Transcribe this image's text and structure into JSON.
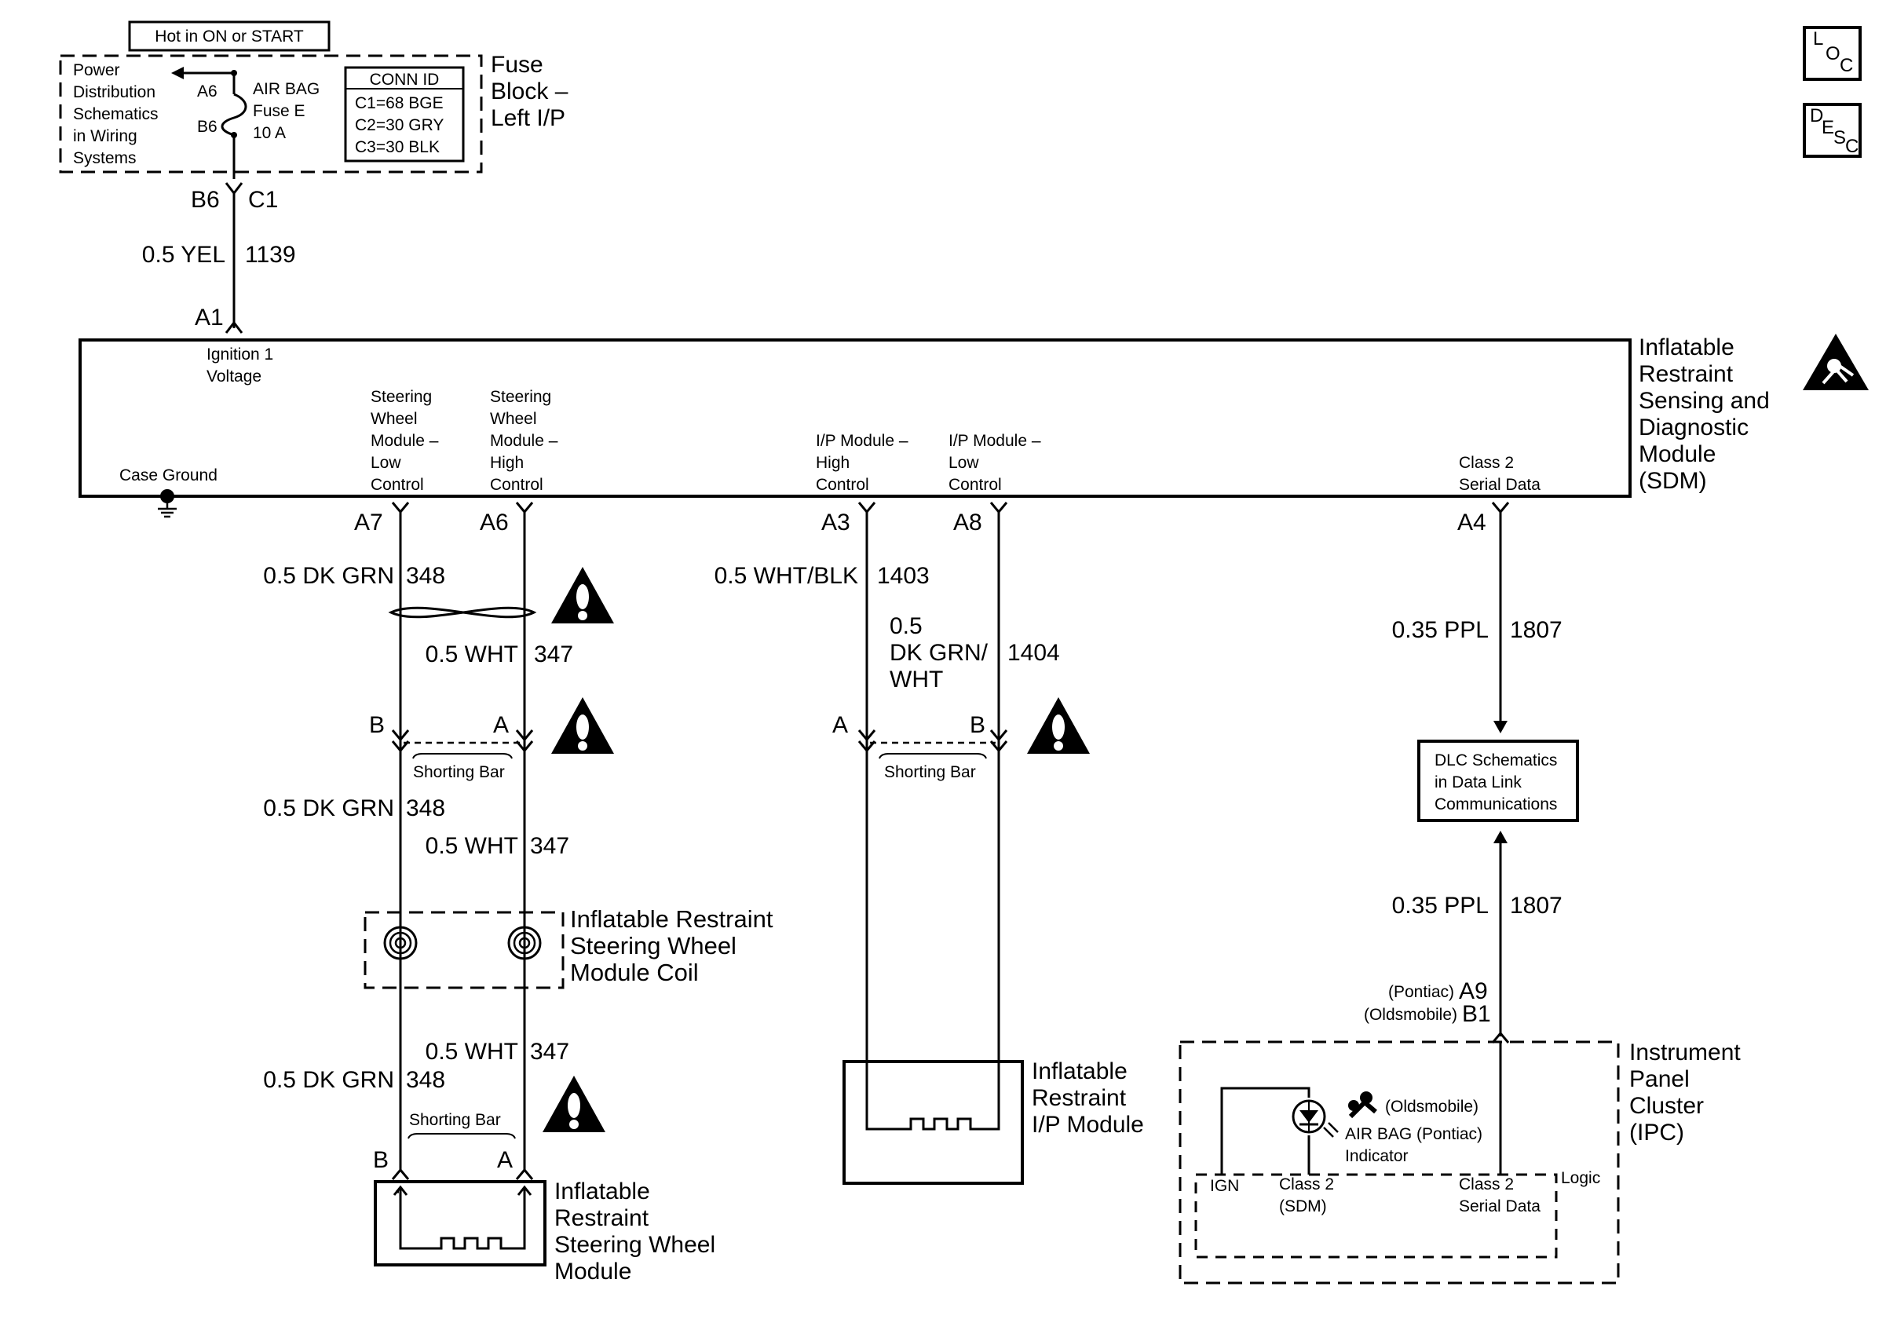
{
  "fuse_block": {
    "hot_label": "Hot in ON or START",
    "power_dist": [
      "Power",
      "Distribution",
      "Schematics",
      "in Wiring",
      "Systems"
    ],
    "pin_a6": "A6",
    "pin_b6": "B6",
    "fuse_label": [
      "AIR BAG",
      "Fuse E",
      "10 A"
    ],
    "conn_id_title": "CONN ID",
    "conn_ids": [
      "C1=68 BGE",
      "C2=30 GRY",
      "C3=30 BLK"
    ],
    "name": [
      "Fuse",
      "Block –",
      "Left I/P"
    ]
  },
  "feed": {
    "pin_b6": "B6",
    "conn_c1": "C1",
    "wire_color": "0.5 YEL",
    "circuit": "1139",
    "pin_a1": "A1"
  },
  "sdm": {
    "name": [
      "Inflatable",
      "Restraint",
      "Sensing and",
      "Diagnostic",
      "Module",
      "(SDM)"
    ],
    "ignition": [
      "Ignition 1",
      "Voltage"
    ],
    "case_ground": "Case Ground",
    "sw_low": [
      "Steering",
      "Wheel",
      "Module –",
      "Low",
      "Control"
    ],
    "sw_high": [
      "Steering",
      "Wheel",
      "Module –",
      "High",
      "Control"
    ],
    "ip_high": [
      "I/P Module –",
      "High",
      "Control"
    ],
    "ip_low": [
      "I/P Module –",
      "Low",
      "Control"
    ],
    "class2": [
      "Class 2",
      "Serial Data"
    ],
    "pins": {
      "a7": "A7",
      "a6": "A6",
      "a3": "A3",
      "a8": "A8",
      "a4": "A4"
    }
  },
  "steering_circuit": {
    "dkgrn": "0.5 DK GRN",
    "dkgrn_circuit": "348",
    "wht": "0.5 WHT",
    "wht_circuit": "347",
    "conn_b": "B",
    "conn_a": "A",
    "shorting_bar": "Shorting Bar",
    "coil_name": [
      "Inflatable Restraint",
      "Steering Wheel",
      "Module Coil"
    ],
    "module_name": [
      "Inflatable",
      "Restraint",
      "Steering Wheel",
      "Module"
    ]
  },
  "ip_circuit": {
    "whtblk": "0.5 WHT/BLK",
    "whtblk_circuit": "1403",
    "dkgrnwht": [
      "0.5",
      "DK GRN/",
      "WHT"
    ],
    "dkgrnwht_circuit": "1404",
    "conn_a": "A",
    "conn_b": "B",
    "shorting_bar": "Shorting Bar",
    "module_name": [
      "Inflatable",
      "Restraint",
      "I/P Module"
    ]
  },
  "data_circuit": {
    "ppl": "0.35 PPL",
    "circuit": "1807",
    "dlc": [
      "DLC Schematics",
      "in Data Link",
      "Communications"
    ],
    "pontiac_pin": "(Pontiac)",
    "pontiac_pin_id": "A9",
    "olds_pin": "(Oldsmobile)",
    "olds_pin_id": "B1"
  },
  "ipc": {
    "name": [
      "Instrument",
      "Panel",
      "Cluster",
      "(IPC)"
    ],
    "olds": "(Oldsmobile)",
    "indicator": [
      "AIR BAG (Pontiac)",
      "Indicator"
    ],
    "ign": "IGN",
    "class2_sdm": [
      "Class 2",
      "(SDM)"
    ],
    "class2_serial": [
      "Class 2",
      "Serial Data"
    ],
    "logic": "Logic"
  },
  "icons": {
    "loc": [
      "L",
      "O",
      "C"
    ],
    "desc": [
      "D",
      "E",
      "S",
      "C"
    ]
  }
}
